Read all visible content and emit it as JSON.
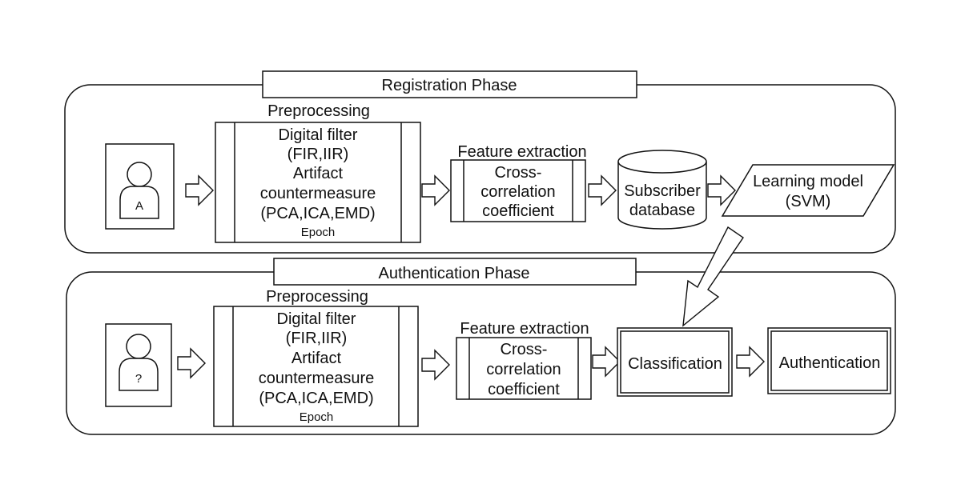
{
  "registration": {
    "phase_title": "Registration Phase",
    "user_letter": "A",
    "preprocessing": {
      "title": "Preprocessing",
      "line1": "Digital filter",
      "line2": "(FIR,IIR)",
      "line3": "Artifact",
      "line4": "countermeasure",
      "line5": "(PCA,ICA,EMD)",
      "line6": "Epoch"
    },
    "feature": {
      "title": "Feature extraction",
      "line1": "Cross-",
      "line2": "correlation",
      "line3": "coefficient"
    },
    "database": {
      "line1": "Subscriber",
      "line2": "database"
    },
    "model": {
      "line1": "Learning model",
      "line2": "(SVM)"
    }
  },
  "authentication": {
    "phase_title": "Authentication Phase",
    "user_letter": "?",
    "preprocessing": {
      "title": "Preprocessing",
      "line1": "Digital filter",
      "line2": "(FIR,IIR)",
      "line3": "Artifact",
      "line4": "countermeasure",
      "line5": "(PCA,ICA,EMD)",
      "line6": "Epoch"
    },
    "feature": {
      "title": "Feature extraction",
      "line1": "Cross-",
      "line2": "correlation",
      "line3": "coefficient"
    },
    "classification": "Classification",
    "result": "Authentication"
  }
}
